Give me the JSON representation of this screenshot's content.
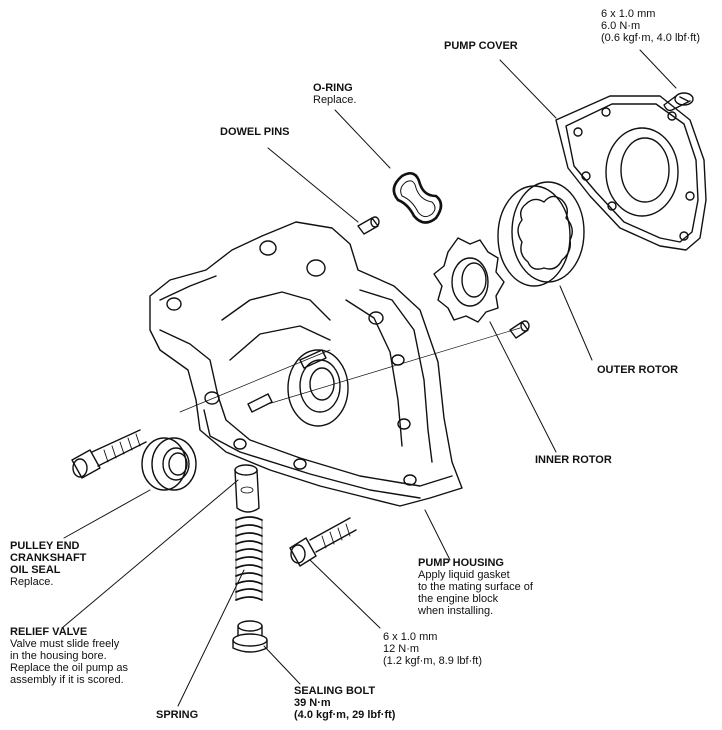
{
  "labels": {
    "bolt_top": {
      "lines": [
        "6 x 1.0 mm",
        "6.0 N·m",
        "(0.6 kgf·m, 4.0 lbf·ft)"
      ]
    },
    "pump_cover": {
      "title": "PUMP COVER"
    },
    "o_ring": {
      "title": "O-RING",
      "desc": "Replace."
    },
    "dowel_pins": {
      "title": "DOWEL PINS"
    },
    "outer_rotor": {
      "title": "OUTER ROTOR"
    },
    "inner_rotor": {
      "title": "INNER ROTOR"
    },
    "pulley_seal": {
      "title1": "PULLEY END",
      "title2": "CRANKSHAFT",
      "title3": "OIL SEAL",
      "desc": "Replace."
    },
    "pump_housing": {
      "title": "PUMP HOUSING",
      "desc": [
        "Apply liquid gasket",
        "to the mating surface of",
        "the engine block",
        "when installing."
      ]
    },
    "bolt_mid": {
      "lines": [
        "6 x 1.0 mm",
        "12 N·m",
        "(1.2 kgf·m, 8.9 lbf·ft)"
      ]
    },
    "relief_valve": {
      "title": "RELIEF VALVE",
      "desc": [
        "Valve must slide freely",
        "in the housing bore.",
        "Replace the oil pump as",
        "assembly if it is scored."
      ]
    },
    "sealing_bolt": {
      "title": "SEALING BOLT",
      "lines": [
        "39 N·m",
        "(4.0 kgf·m, 29 lbf·ft)"
      ]
    },
    "spring": {
      "title": "SPRING"
    }
  }
}
